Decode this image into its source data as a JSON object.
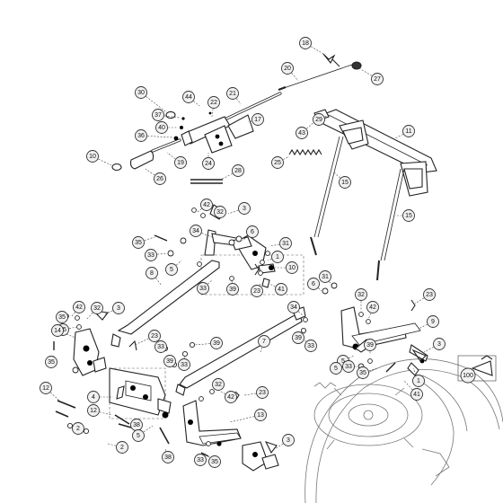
{
  "diagram": {
    "callouts": [
      {
        "id": "c18",
        "label": "18"
      },
      {
        "id": "c20",
        "label": "20"
      },
      {
        "id": "c27",
        "label": "27"
      },
      {
        "id": "c21",
        "label": "21"
      },
      {
        "id": "c22",
        "label": "22"
      },
      {
        "id": "c44",
        "label": "44"
      },
      {
        "id": "c30",
        "label": "30"
      },
      {
        "id": "c37",
        "label": "37"
      },
      {
        "id": "c40",
        "label": "40"
      },
      {
        "id": "c36",
        "label": "36"
      },
      {
        "id": "c17",
        "label": "17"
      },
      {
        "id": "c43",
        "label": "43"
      },
      {
        "id": "c29",
        "label": "29"
      },
      {
        "id": "c11",
        "label": "11"
      },
      {
        "id": "c10",
        "label": "10"
      },
      {
        "id": "c19",
        "label": "19"
      },
      {
        "id": "c24",
        "label": "24"
      },
      {
        "id": "c26",
        "label": "26"
      },
      {
        "id": "c28",
        "label": "28"
      },
      {
        "id": "c25",
        "label": "25"
      },
      {
        "id": "c15a",
        "label": "15"
      },
      {
        "id": "c15b",
        "label": "15"
      },
      {
        "id": "c42a",
        "label": "42"
      },
      {
        "id": "c32a",
        "label": "32"
      },
      {
        "id": "c3a",
        "label": "3"
      },
      {
        "id": "c35a",
        "label": "35"
      },
      {
        "id": "c6a",
        "label": "6"
      },
      {
        "id": "c31a",
        "label": "31"
      },
      {
        "id": "c34a",
        "label": "34"
      },
      {
        "id": "c33a",
        "label": "33"
      },
      {
        "id": "c5a",
        "label": "5"
      },
      {
        "id": "c1a",
        "label": "1"
      },
      {
        "id": "c10b",
        "label": "10"
      },
      {
        "id": "c8",
        "label": "8"
      },
      {
        "id": "c33b",
        "label": "33"
      },
      {
        "id": "c39a",
        "label": "39"
      },
      {
        "id": "c23a",
        "label": "23"
      },
      {
        "id": "c41a",
        "label": "41"
      },
      {
        "id": "c31b",
        "label": "31"
      },
      {
        "id": "c6b",
        "label": "6"
      },
      {
        "id": "c34b",
        "label": "34"
      },
      {
        "id": "c32b",
        "label": "32"
      },
      {
        "id": "c23b",
        "label": "23"
      },
      {
        "id": "c42b",
        "label": "42"
      },
      {
        "id": "c9",
        "label": "9"
      },
      {
        "id": "c42c",
        "label": "42"
      },
      {
        "id": "c32c",
        "label": "32"
      },
      {
        "id": "c3b",
        "label": "3"
      },
      {
        "id": "c35b",
        "label": "35"
      },
      {
        "id": "c35c",
        "label": "35"
      },
      {
        "id": "c14",
        "label": "14"
      },
      {
        "id": "c35d",
        "label": "35"
      },
      {
        "id": "c23c",
        "label": "23"
      },
      {
        "id": "c7",
        "label": "7"
      },
      {
        "id": "c33c",
        "label": "33"
      },
      {
        "id": "c39b",
        "label": "39"
      },
      {
        "id": "c39c",
        "label": "39"
      },
      {
        "id": "c33d",
        "label": "33"
      },
      {
        "id": "c39d",
        "label": "39"
      },
      {
        "id": "c33e",
        "label": "33"
      },
      {
        "id": "c5b",
        "label": "5"
      },
      {
        "id": "c39e",
        "label": "39"
      },
      {
        "id": "c33f",
        "label": "33"
      },
      {
        "id": "c3c",
        "label": "3"
      },
      {
        "id": "c1b",
        "label": "1"
      },
      {
        "id": "c5c",
        "label": "5"
      },
      {
        "id": "c35e",
        "label": "35"
      },
      {
        "id": "c41b",
        "label": "41"
      },
      {
        "id": "c100",
        "label": "100"
      },
      {
        "id": "c12a",
        "label": "12"
      },
      {
        "id": "c4",
        "label": "4"
      },
      {
        "id": "c12b",
        "label": "12"
      },
      {
        "id": "c2a",
        "label": "2"
      },
      {
        "id": "c38a",
        "label": "38"
      },
      {
        "id": "c5d",
        "label": "5"
      },
      {
        "id": "c2b",
        "label": "2"
      },
      {
        "id": "c32d",
        "label": "32"
      },
      {
        "id": "c42d",
        "label": "42"
      },
      {
        "id": "c23d",
        "label": "23"
      },
      {
        "id": "c13",
        "label": "13"
      },
      {
        "id": "c3d",
        "label": "3"
      },
      {
        "id": "c38b",
        "label": "38"
      },
      {
        "id": "c33g",
        "label": "33"
      },
      {
        "id": "c35f",
        "label": "35"
      }
    ]
  }
}
